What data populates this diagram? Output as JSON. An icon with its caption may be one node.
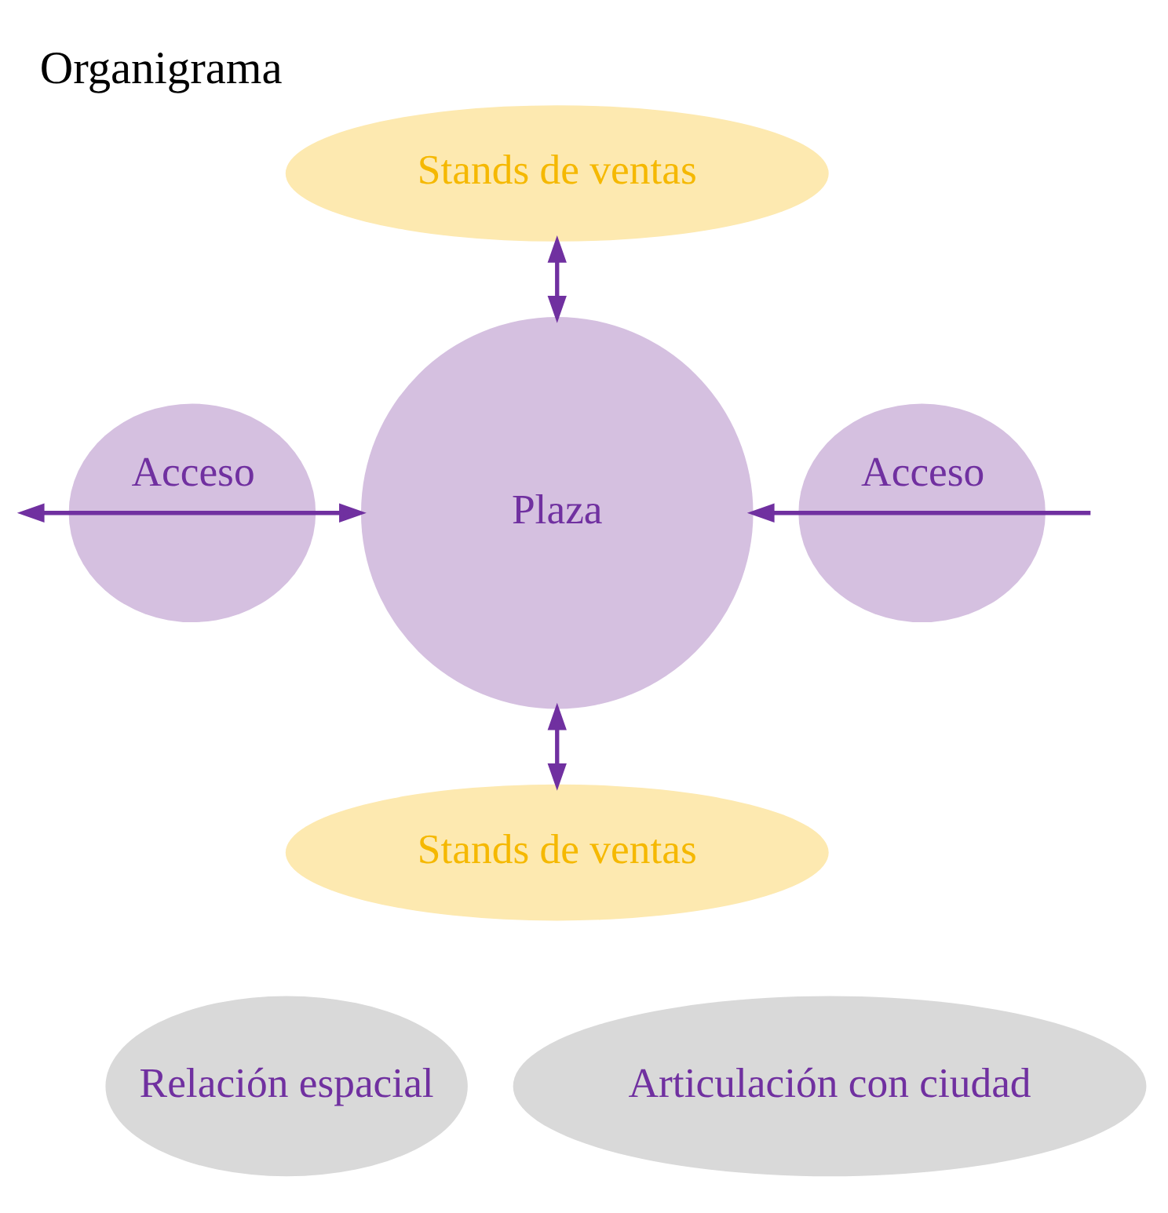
{
  "diagram": {
    "title": "Organigrama",
    "nodes": [
      {
        "text": [
          "Stands de ventas"
        ]
      },
      {
        "text": [
          "Acceso"
        ]
      },
      {
        "text": [
          "Plaza"
        ]
      },
      {
        "text": [
          "Acceso"
        ]
      },
      {
        "text": [
          "Stands de ventas"
        ]
      },
      {
        "text": [
          "Relación espacial"
        ]
      },
      {
        "text": [
          "Articulación con ciudad"
        ]
      }
    ],
    "edges": [
      {
        "from": 0,
        "to": 2,
        "arrow": "both"
      },
      {
        "from": null,
        "to": 2,
        "arrow": "to"
      },
      {
        "from": null,
        "to": 2,
        "arrow": "both"
      },
      {
        "from": 2,
        "to": 4,
        "arrow": "both"
      }
    ]
  }
}
